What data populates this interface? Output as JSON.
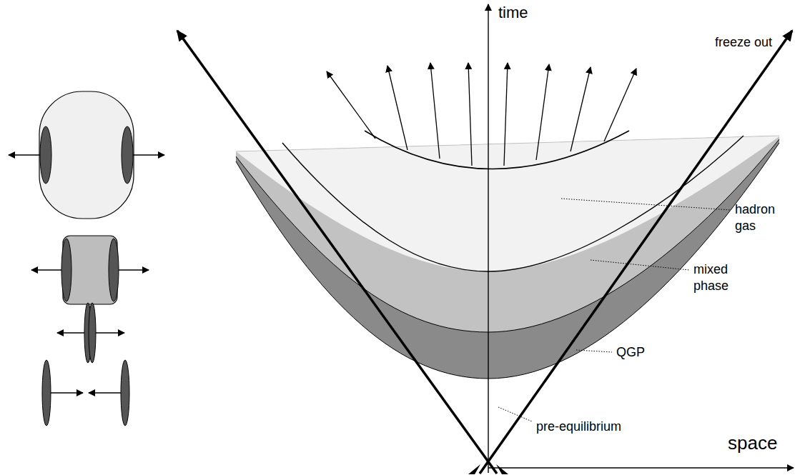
{
  "diagram": {
    "labels": [
      "time",
      "freeze out",
      "hadron gas",
      "mixed phase",
      "QGP",
      "pre-equilibrium",
      "space"
    ]
  }
}
